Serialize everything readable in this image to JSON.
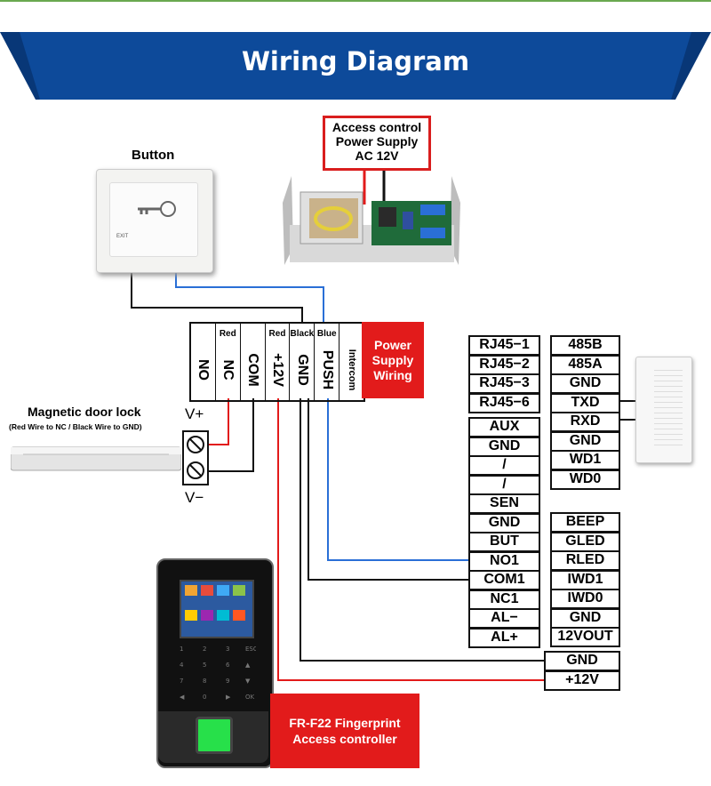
{
  "title": "Wiring Diagram",
  "colors": {
    "banner": "#0d4a9a",
    "accent_red": "#e21b1b",
    "wire_black": "#111111",
    "wire_blue": "#2a6fd6",
    "wire_red": "#e21b1b"
  },
  "button": {
    "label": "Button",
    "icon": "key-icon",
    "text": "EXIT"
  },
  "power_supply": {
    "label_lines": [
      "Access control",
      "Power Supply",
      "AC 12V"
    ]
  },
  "ps_terminals": [
    {
      "name": "NO",
      "color": ""
    },
    {
      "name": "NC",
      "color": "Red"
    },
    {
      "name": "COM",
      "color": ""
    },
    {
      "name": "+12V",
      "color": "Red"
    },
    {
      "name": "GND",
      "color": "Black"
    },
    {
      "name": "PUSH",
      "color": "Blue"
    },
    {
      "name": "Intercom",
      "color": ""
    }
  ],
  "ps_wiring_label": [
    "Power",
    "Supply",
    "Wiring"
  ],
  "lock": {
    "title": "Magnetic door lock",
    "subtitle": "(Red Wire to NC / Black Wire to GND)",
    "vplus": "V+",
    "vminus": "V−"
  },
  "controller_label": [
    "FR-F22 Fingerprint",
    "Access controller"
  ],
  "left_column": [
    "RJ45−1",
    "RJ45−2",
    "RJ45−3",
    "RJ45−6",
    "AUX",
    "GND",
    "/",
    "/",
    "SEN",
    "GND",
    "BUT",
    "NO1",
    "COM1",
    "NC1",
    "AL−",
    "AL+"
  ],
  "right_column": [
    "485B",
    "485A",
    "GND",
    "TXD",
    "RXD",
    "GND",
    "WD1",
    "WD0",
    "BEEP",
    "GLED",
    "RLED",
    "IWD1",
    "IWD0",
    "GND",
    "12VOUT"
  ],
  "power_input": [
    "GND",
    "+12V"
  ]
}
